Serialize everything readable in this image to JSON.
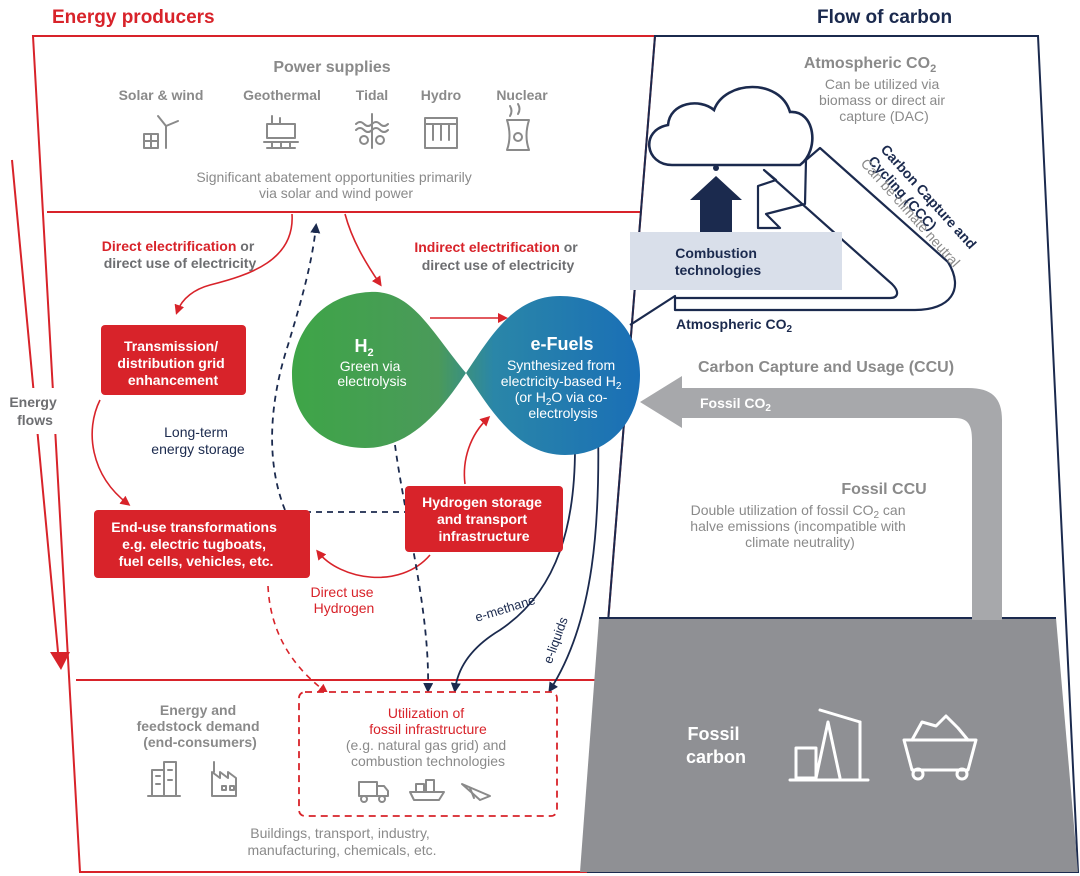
{
  "headers": {
    "left": "Energy producers",
    "right": "Flow of carbon"
  },
  "energy_flows": [
    "Energy",
    "flows"
  ],
  "power": {
    "title": "Power supplies",
    "sources": [
      "Solar & wind",
      "Geothermal",
      "Tidal",
      "Hydro",
      "Nuclear"
    ],
    "note": [
      "Significant abatement opportunities primarily",
      "via solar and wind power"
    ]
  },
  "direct_elec": {
    "red": "Direct electrification",
    "rest1": " or",
    "line2": "direct use of electricity"
  },
  "indirect_elec": {
    "red": "Indirect electrification",
    "rest1": " or",
    "line2": "direct use of electricity"
  },
  "transmission": [
    "Transmission/",
    "distribution grid",
    "enhancement"
  ],
  "h2": {
    "title": "H",
    "sub": "2",
    "desc": [
      "Green via",
      "electrolysis"
    ]
  },
  "efuels": {
    "title": "e-Fuels",
    "desc1": "Synthesized from",
    "desc2a": "electricity-based H",
    "desc2b": "2",
    "desc3a": "(or H",
    "desc3b": "2",
    "desc3c": "O via co-",
    "desc4": "electrolysis"
  },
  "long_term": [
    "Long-term",
    "energy storage"
  ],
  "hydrogen_storage": [
    "Hydrogen storage",
    "and transport",
    "infrastructure"
  ],
  "end_use": [
    "End-use transformations",
    "e.g. electric tugboats,",
    "fuel cells, vehicles, etc."
  ],
  "direct_use": [
    "Direct use",
    "Hydrogen"
  ],
  "e_methane": "e-methane",
  "e_liquids": "e-liquids",
  "demand": {
    "title": [
      "Energy and",
      "feedstock demand",
      "(end-consumers)"
    ],
    "note": [
      "Buildings, transport, industry,",
      "manufacturing, chemicals, etc."
    ]
  },
  "utilization": {
    "title": [
      "Utilization of",
      "fossil infrastructure"
    ],
    "desc": [
      "(e.g. natural gas grid) and",
      "combustion technologies"
    ]
  },
  "atmospheric": {
    "title_a": "Atmospheric CO",
    "title_b": "2",
    "desc": [
      "Can be utilized via",
      "biomass or direct air",
      "capture (DAC)"
    ]
  },
  "ccc": {
    "title": [
      "Carbon Capture and",
      "Cycling (CCC)"
    ],
    "sub": "Can be climate neutral"
  },
  "combustion": [
    "Combustion",
    "technologies"
  ],
  "atm_arrow": {
    "a": "Atmospheric CO",
    "b": "2"
  },
  "ccu": "Carbon Capture and Usage (CCU)",
  "fossil_co2": {
    "a": "Fossil CO",
    "b": "2"
  },
  "fossil_ccu": {
    "title": "Fossil CCU",
    "l1a": "Double utilization of fossil CO",
    "l1b": "2",
    "l1c": " can",
    "l2": "halve emissions (incompatible with",
    "l3": "climate neutrality)"
  },
  "fossil_carbon": [
    "Fossil",
    "carbon"
  ],
  "colors": {
    "red": "#d8232a",
    "navy": "#1b2a4e",
    "grey": "#8a8a8a",
    "fossil_block": "#8f9094",
    "green": "#3fa447",
    "blue": "#1a78b8",
    "combustion_bg": "#d9dfea"
  }
}
